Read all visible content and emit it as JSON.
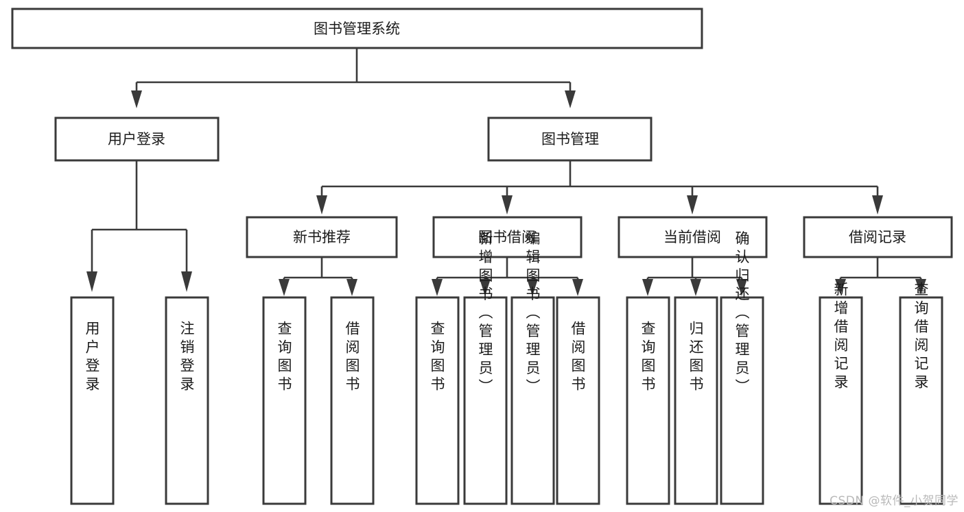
{
  "diagram": {
    "title": "图书管理系统",
    "type": "tree-hierarchy-chart",
    "watermark": "CSDN @软件_小贺同学",
    "colors": {
      "box_fill": "#ffffff",
      "box_stroke": "#3a3a3a",
      "connector": "#3a3a3a",
      "text": "#1b1b1b",
      "background": "#ffffff",
      "watermark": "#b9b9b9"
    },
    "levels": {
      "root": "图书管理系统",
      "level2": [
        "用户登录",
        "图书管理"
      ],
      "level3": [
        "新书推荐",
        "图书借阅",
        "当前借阅",
        "借阅记录"
      ]
    },
    "nodes": {
      "root": {
        "id": "root",
        "label": "图书管理系统",
        "orientation": "horizontal"
      },
      "user_login": {
        "id": "user_login",
        "label": "用户登录",
        "orientation": "horizontal"
      },
      "book_mgmt": {
        "id": "book_mgmt",
        "label": "图书管理",
        "orientation": "horizontal"
      },
      "new_book_rec": {
        "id": "new_book_rec",
        "label": "新书推荐",
        "orientation": "horizontal"
      },
      "book_borrow": {
        "id": "book_borrow",
        "label": "图书借阅",
        "orientation": "horizontal"
      },
      "current_borrow": {
        "id": "current_borrow",
        "label": "当前借阅",
        "orientation": "horizontal"
      },
      "borrow_record": {
        "id": "borrow_record",
        "label": "借阅记录",
        "orientation": "horizontal"
      },
      "leaf_user_login": {
        "id": "leaf_user_login",
        "label": "用户登录",
        "orientation": "vertical"
      },
      "leaf_logout": {
        "id": "leaf_logout",
        "label": "注销登录",
        "orientation": "vertical"
      },
      "leaf_query_book_1": {
        "id": "leaf_query_book_1",
        "label": "查询图书",
        "orientation": "vertical"
      },
      "leaf_borrow_book_1": {
        "id": "leaf_borrow_book_1",
        "label": "借阅图书",
        "orientation": "vertical"
      },
      "leaf_query_book_2": {
        "id": "leaf_query_book_2",
        "label": "查询图书",
        "orientation": "vertical"
      },
      "leaf_add_book": {
        "id": "leaf_add_book",
        "label": "新增图书（管理员）",
        "orientation": "vertical"
      },
      "leaf_edit_book": {
        "id": "leaf_edit_book",
        "label": "编辑图书（管理员）",
        "orientation": "vertical"
      },
      "leaf_borrow_book_2": {
        "id": "leaf_borrow_book_2",
        "label": "借阅图书",
        "orientation": "vertical"
      },
      "leaf_query_book_3": {
        "id": "leaf_query_book_3",
        "label": "查询图书",
        "orientation": "vertical"
      },
      "leaf_return_book": {
        "id": "leaf_return_book",
        "label": "归还图书",
        "orientation": "vertical"
      },
      "leaf_confirm_return": {
        "id": "leaf_confirm_return",
        "label": "确认归还（管理员）",
        "orientation": "vertical"
      },
      "leaf_add_record": {
        "id": "leaf_add_record",
        "label": "新增借阅记录",
        "orientation": "vertical"
      },
      "leaf_query_record": {
        "id": "leaf_query_record",
        "label": "查询借阅记录",
        "orientation": "vertical"
      }
    },
    "edges": [
      {
        "from": "root",
        "to": "user_login"
      },
      {
        "from": "root",
        "to": "book_mgmt"
      },
      {
        "from": "user_login",
        "to": "leaf_user_login"
      },
      {
        "from": "user_login",
        "to": "leaf_logout"
      },
      {
        "from": "book_mgmt",
        "to": "new_book_rec"
      },
      {
        "from": "book_mgmt",
        "to": "book_borrow"
      },
      {
        "from": "book_mgmt",
        "to": "current_borrow"
      },
      {
        "from": "book_mgmt",
        "to": "borrow_record"
      },
      {
        "from": "new_book_rec",
        "to": "leaf_query_book_1"
      },
      {
        "from": "new_book_rec",
        "to": "leaf_borrow_book_1"
      },
      {
        "from": "book_borrow",
        "to": "leaf_query_book_2"
      },
      {
        "from": "book_borrow",
        "to": "leaf_add_book"
      },
      {
        "from": "book_borrow",
        "to": "leaf_edit_book"
      },
      {
        "from": "book_borrow",
        "to": "leaf_borrow_book_2"
      },
      {
        "from": "current_borrow",
        "to": "leaf_query_book_3"
      },
      {
        "from": "current_borrow",
        "to": "leaf_return_book"
      },
      {
        "from": "current_borrow",
        "to": "leaf_confirm_return"
      },
      {
        "from": "borrow_record",
        "to": "leaf_add_record"
      },
      {
        "from": "borrow_record",
        "to": "leaf_query_record"
      }
    ]
  }
}
